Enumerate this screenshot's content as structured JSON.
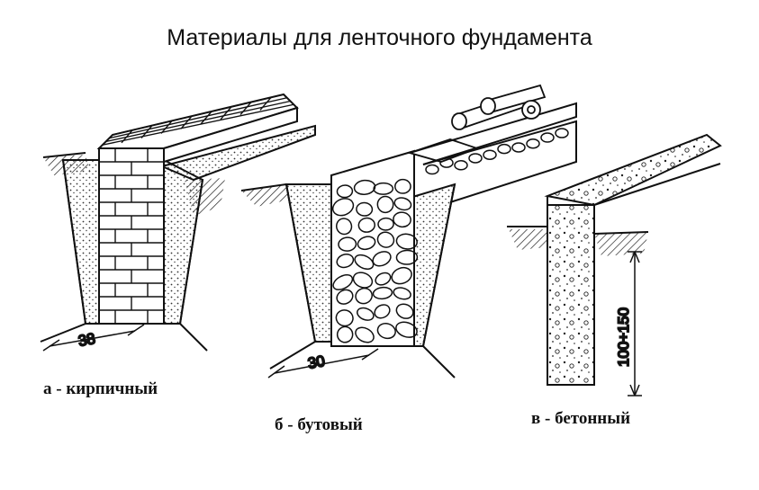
{
  "title": "Материалы для ленточного фундамента",
  "figures": [
    {
      "caption": "а - кирпичный",
      "dimension": "38"
    },
    {
      "caption": "б - бутовый",
      "dimension": "30"
    },
    {
      "caption": "в - бетонный",
      "dimension": "100÷150"
    }
  ]
}
